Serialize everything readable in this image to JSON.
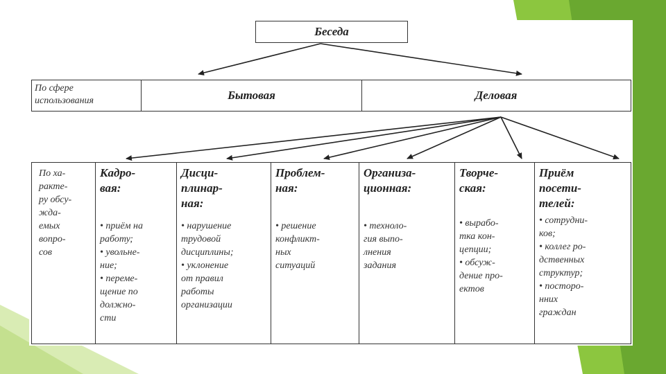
{
  "diagram": {
    "title": "Беседа",
    "row1": {
      "label_lines": [
        "По сфере",
        "использования"
      ],
      "left": "Бытовая",
      "right": "Деловая"
    },
    "row2": {
      "label_lines": [
        "По ха-",
        "ракте-",
        "ру обсу-",
        "жда-",
        "емых",
        "вопро-",
        "сов"
      ],
      "columns": [
        {
          "head": [
            "Кадро-",
            "вая:"
          ],
          "items": [
            "• приём на",
            "работу;",
            "• увольне-",
            "ние;",
            "• переме-",
            "щение по",
            "должно-",
            "сти"
          ]
        },
        {
          "head": [
            "Дисци-",
            "плинар-",
            "ная:"
          ],
          "items": [
            "• нарушение",
            "трудовой",
            "дисциплины;",
            "• уклонение",
            "от правил",
            "работы",
            "организации"
          ]
        },
        {
          "head": [
            "Проблем-",
            "ная:"
          ],
          "items": [
            "• решение",
            "конфликт-",
            "ных",
            "ситуаций"
          ]
        },
        {
          "head": [
            "Организа-",
            "ционная:"
          ],
          "items": [
            "• техноло-",
            "гия выпо-",
            "лнения",
            "задания"
          ]
        },
        {
          "head": [
            "Творче-",
            "ская:"
          ],
          "items": [
            "• вырабо-",
            "тка кон-",
            "цепции;",
            "• обсуж-",
            "дение про-",
            "ектов"
          ]
        },
        {
          "head": [
            "Приём",
            "посети-",
            "телей:"
          ],
          "items": [
            "• сотрудни-",
            "ков;",
            "• коллег ро-",
            "дственных",
            "структур;",
            "• посторо-",
            "нних",
            "граждан"
          ]
        }
      ]
    }
  }
}
